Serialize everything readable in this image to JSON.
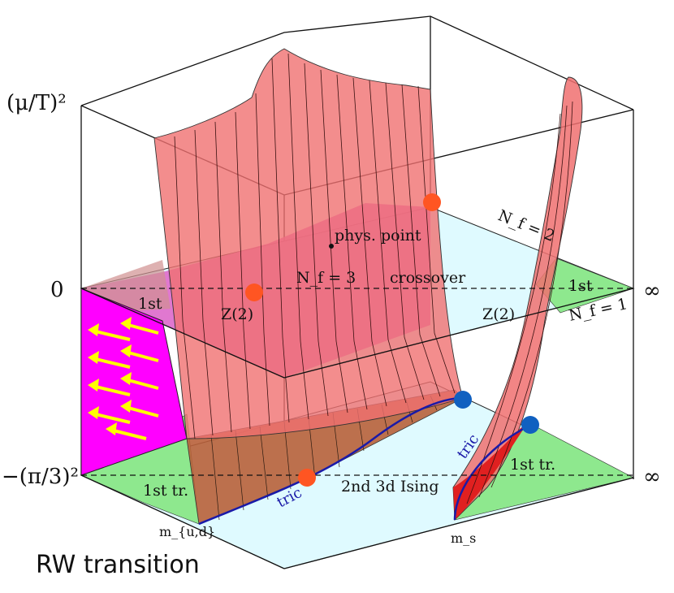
{
  "axes": {
    "y_top": "(μ/T)²",
    "y_zero": "0",
    "y_bottom": "−(π/3)²",
    "x_mud": "m_{u,d}",
    "x_ms": "m_s",
    "inf_mid": "∞",
    "inf_bottom": "∞"
  },
  "labels": {
    "phys_point": "phys. point",
    "nf3": "N_f = 3",
    "crossover": "crossover",
    "first_left": "1st",
    "first_right": "1st",
    "z2_left": "Z(2)",
    "z2_right": "Z(2)",
    "nf2": "N_f = 2",
    "nf1": "N_f = 1",
    "first_tr_left": "1st tr.",
    "first_tr_right": "1st tr.",
    "second_ising": "2nd 3d Ising",
    "tric_left": "tric",
    "tric_right": "tric",
    "rw": "RW transition"
  },
  "colors": {
    "red_surface": "#f07070",
    "magenta": "#ff00ff",
    "pink_plane": "#e060c8",
    "cyan": "#dffaff",
    "green": "#8ee88e",
    "brown": "#b8603a",
    "orange_dot": "#ff5522",
    "blue_dot": "#1060c0",
    "arrow": "#ffff00"
  }
}
